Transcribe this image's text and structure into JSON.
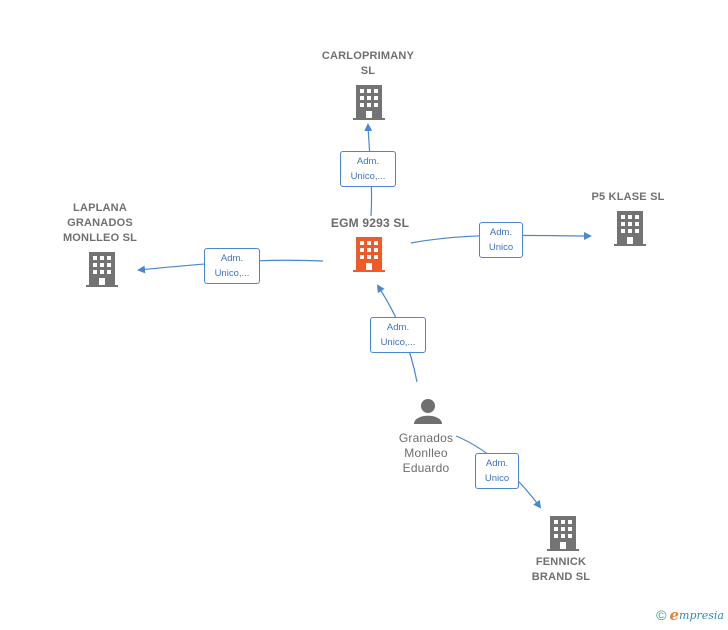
{
  "nodes": {
    "center": {
      "label": "EGM 9293  SL",
      "color": "#f05a28"
    },
    "carloprimany": {
      "label": "CARLOPRIMANY\nSL",
      "color": "#737373"
    },
    "p5klase": {
      "label": "P5 KLASE  SL",
      "color": "#737373"
    },
    "laplana": {
      "label": "LAPLANA\nGRANADOS\nMONLLEO  SL",
      "color": "#737373"
    },
    "granados": {
      "label": "Granados\nMonlleo\nEduardo",
      "color": "#737373"
    },
    "fennick": {
      "label": "FENNICK\nBRAND  SL",
      "color": "#737373"
    }
  },
  "edges": {
    "to_carloprimany": {
      "line1": "Adm.",
      "line2": "Unico,..."
    },
    "to_p5klase": {
      "line1": "Adm.",
      "line2": "Unico"
    },
    "to_laplana": {
      "line1": "Adm.",
      "line2": "Unico,..."
    },
    "granados_to_center": {
      "line1": "Adm.",
      "line2": "Unico,..."
    },
    "granados_to_fennick": {
      "line1": "Adm.",
      "line2": "Unico"
    }
  },
  "edge_color": "#4a86d4",
  "brand": {
    "copyright": "©",
    "initial": "e",
    "name": "mpresia"
  }
}
